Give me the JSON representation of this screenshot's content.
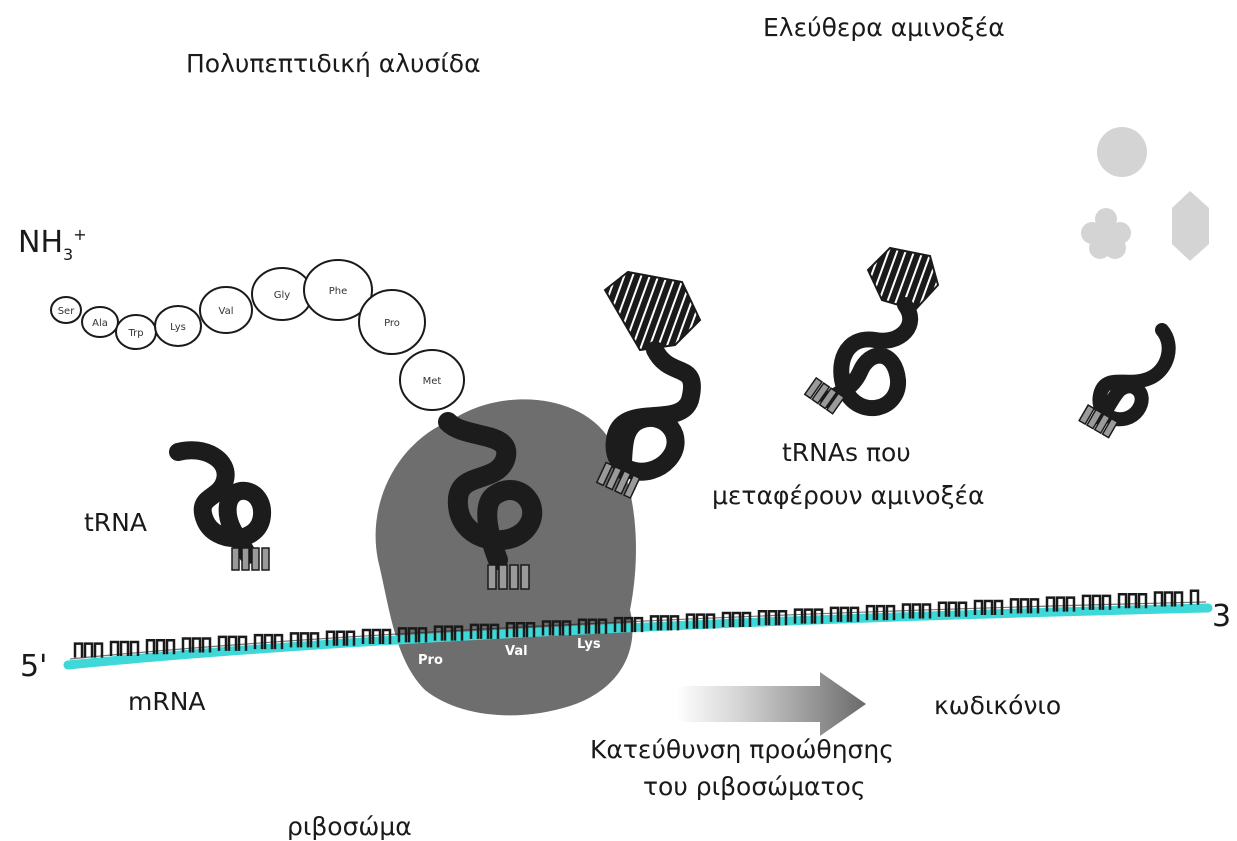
{
  "labels": {
    "polypeptide": "Πολυπεπτιδική αλυσίδα",
    "free_amino_acids": "Ελεύθερα αμινοξέα",
    "nh3": "NH",
    "nh3_sub": "3",
    "nh3_sup": "+",
    "trna": "tRNA",
    "trnas_line1": "tRNAs που",
    "trnas_line2": "μεταφέρουν αμινοξέα",
    "five_prime": "5'",
    "three_prime": "3",
    "mrna": "mRNA",
    "codon": "κωδικόνιο",
    "direction_line1": "Κατεύθυνση προώθησης",
    "direction_line2": "του ριβοσώματος",
    "ribosome": "ριβοσώμα"
  },
  "chain_beads": [
    "Met",
    "Pro",
    "Phe",
    "Gly",
    "Val",
    "Lys",
    "Trp",
    "Ala",
    "Ser"
  ],
  "codons": [
    "Pro",
    "Val",
    "Lys"
  ],
  "colors": {
    "ribosome": "#6e6e6e",
    "mrna": "#3fd8d8",
    "trna": "#1c1c1c",
    "free_amino": "#d4d4d4"
  },
  "icons": [
    "circle-amino-icon",
    "flower-amino-icon",
    "hexagon-amino-icon",
    "striped-amino-icon",
    "arrow-icon"
  ]
}
